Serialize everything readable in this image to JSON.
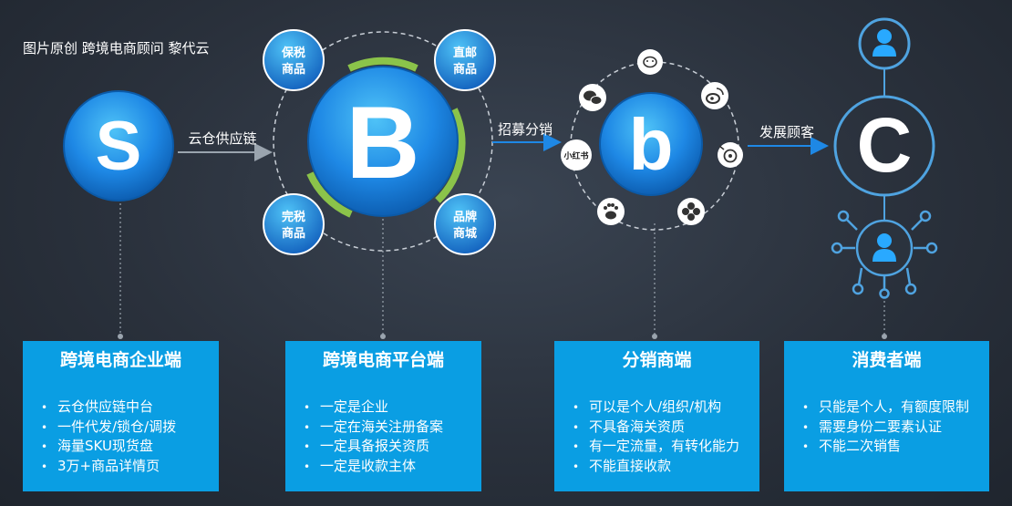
{
  "caption": "图片原创 跨境电商顾问 黎代云",
  "nodes": {
    "s": {
      "letter": "S"
    },
    "b": {
      "letter": "B"
    },
    "b_small": {
      "letter": "b"
    },
    "c": {
      "letter": "C"
    },
    "satellites": [
      {
        "line1": "保税",
        "line2": "商品"
      },
      {
        "line1": "直邮",
        "line2": "商品"
      },
      {
        "line1": "完税",
        "line2": "商品"
      },
      {
        "line1": "品牌",
        "line2": "商城"
      }
    ],
    "channel_icons": [
      "wechat-icon",
      "chat-bubble-icon",
      "weibo-icon",
      "xiaohongshu-icon",
      "headphone-icon",
      "paw-icon",
      "clover-icon"
    ],
    "xiaohongshu_label": "小红书"
  },
  "edges": {
    "s_to_b": "云仓供应链",
    "b_to_b": "招募分销",
    "b_to_c": "发展顾客"
  },
  "cards": [
    {
      "title": "跨境电商企业端",
      "items": [
        "云仓供应链中台",
        "一件代发/锁仓/调拨",
        "海量SKU现货盘",
        "3万+商品详情页"
      ]
    },
    {
      "title": "跨境电商平台端",
      "items": [
        "一定是企业",
        "一定在海关注册备案",
        "一定具备报关资质",
        "一定是收款主体"
      ]
    },
    {
      "title": "分销商端",
      "items": [
        "可以是个人/组织/机构",
        "不具备海关资质",
        "有一定流量，有转化能力",
        "不能直接收款"
      ]
    },
    {
      "title": "消费者端",
      "items": [
        "只能是个人，有额度限制",
        "需要身份二要素认证",
        "不能二次销售"
      ]
    }
  ],
  "colors": {
    "accent": "#0a9ee3",
    "green_arc": "#8bc34a",
    "node_blue": "#1e88e5"
  }
}
